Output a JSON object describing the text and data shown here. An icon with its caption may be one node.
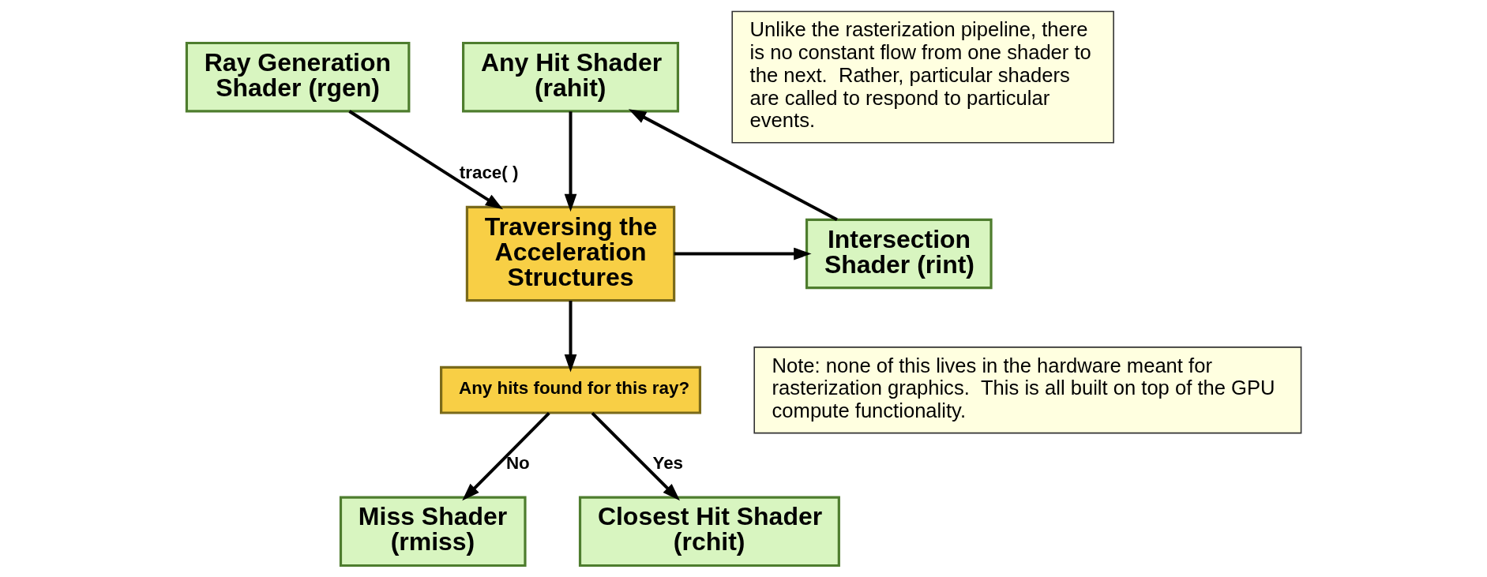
{
  "diagram": {
    "nodes": [
      {
        "text": [
          "Ray Generation Shader (rgen)"
        ]
      },
      {
        "text": [
          "Any Hit Shader (rahit)"
        ]
      },
      {
        "text": [
          "Traversing the Acceleration Structures"
        ]
      },
      {
        "text": [
          "Intersection Shader (rint)"
        ]
      },
      {
        "text": [
          "Any hits found for this ray?"
        ]
      },
      {
        "text": [
          "Miss Shader (rmiss)"
        ]
      },
      {
        "text": [
          "Closest Hit Shader (rchit)"
        ]
      },
      {
        "text": [
          "Unlike the rasterization pipeline, there is no constant flow from one shader to the next.  Rather, particular shaders are called to respond to particular events."
        ]
      },
      {
        "text": [
          "Note: none of this lives in the hardware meant for rasterization graphics.  This is all built on top of the GPU compute functionality."
        ]
      }
    ],
    "edges": [
      {
        "from": 0,
        "to": 2,
        "arrow": "to",
        "label": "trace( )"
      },
      {
        "from": 2,
        "to": 3,
        "arrow": "to"
      },
      {
        "from": 3,
        "to": 1,
        "arrow": "to"
      },
      {
        "from": 1,
        "to": 2,
        "arrow": "to"
      },
      {
        "from": 2,
        "to": 4,
        "arrow": "to"
      },
      {
        "from": 4,
        "to": 5,
        "arrow": "to",
        "label": "No"
      },
      {
        "from": 4,
        "to": 6,
        "arrow": "to",
        "label": "Yes"
      }
    ]
  }
}
